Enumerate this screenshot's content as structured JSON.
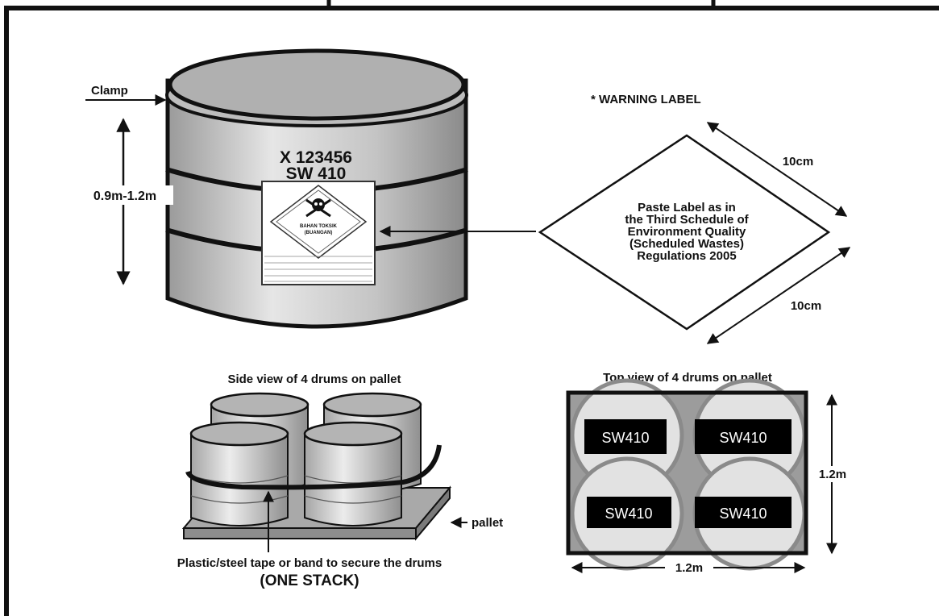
{
  "drum": {
    "clamp_label": "Clamp",
    "height_label": "0.9m-1.2m",
    "code_line1": "X 123456",
    "code_line2": "SW 410",
    "hazard_text_line1": "BAHAN TOKSIK",
    "hazard_text_line2": "(BUANGAN)"
  },
  "warning": {
    "title": "* WARNING LABEL",
    "dim_top": "10cm",
    "dim_bottom": "10cm",
    "text_lines": [
      "Paste Label as in",
      "the Third Schedule of",
      "Environment Quality",
      "(Scheduled Wastes)",
      "Regulations 2005"
    ]
  },
  "side_view": {
    "title": "Side view of 4 drums on pallet",
    "pallet_label": "pallet",
    "caption_line1": "Plastic/steel tape or band to secure the drums",
    "caption_line2": "(ONE STACK)"
  },
  "top_view": {
    "title": "Top view of 4 drums on pallet",
    "labels": [
      "SW410",
      "SW410",
      "SW410",
      "SW410"
    ],
    "dim_side": "1.2m",
    "dim_bottom": "1.2m"
  },
  "colors": {
    "drum_gray": "#cfcfcf",
    "outline": "#111111",
    "label_box": "#000000"
  }
}
